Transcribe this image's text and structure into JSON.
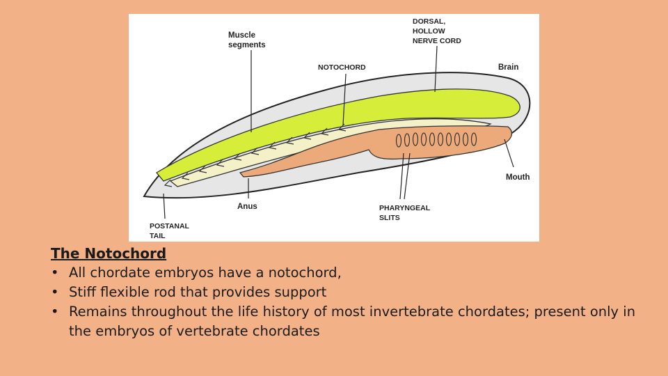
{
  "diagram": {
    "labels": {
      "muscle_segments_1": "Muscle",
      "muscle_segments_2": "segments",
      "dorsal_1": "DORSAL,",
      "dorsal_2": "HOLLOW",
      "dorsal_3": "NERVE CORD",
      "notochord": "NOTOCHORD",
      "brain": "Brain",
      "mouth": "Mouth",
      "anus": "Anus",
      "pharyngeal_1": "PHARYNGEAL",
      "pharyngeal_2": "SLITS",
      "postanal_1": "POSTANAL",
      "postanal_2": "TAIL"
    },
    "colors": {
      "body": "#e6e6e6",
      "nerve_cord": "#d6ee3a",
      "notochord": "#f4f0c8",
      "gut": "#ecaa7a",
      "outline": "#222222"
    }
  },
  "slide": {
    "heading": "The Notochord",
    "bullet_char": "•",
    "bullets": [
      "All chordate embryos have a notochord,",
      "Stiff flexible rod that provides support",
      "Remains throughout the life history of most invertebrate chordates; present only in the embryos of vertebrate chordates"
    ]
  }
}
